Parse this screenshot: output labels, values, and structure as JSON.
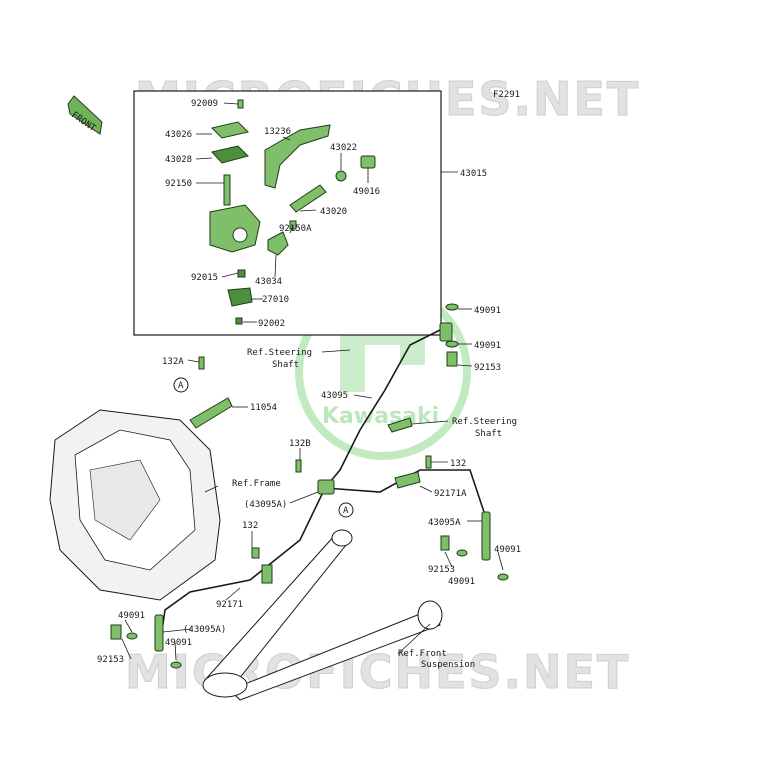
{
  "diagram_code": "F2291",
  "watermark_text": "MICROFICHES.NET",
  "logo_text": "Kawasaki",
  "front_label": "FRONT",
  "part_labels": {
    "p92009": "92009",
    "p43026": "43026",
    "p43028": "43028",
    "p92150": "92150",
    "p92015": "92015",
    "p13236": "13236",
    "p43022": "43022",
    "p49016": "49016",
    "p43015": "43015",
    "p43020": "43020",
    "p92150A": "92150A",
    "p43034": "43034",
    "p27010": "27010",
    "p92002": "92002",
    "p49091_a": "49091",
    "p49091_b": "49091",
    "p92153_a": "92153",
    "p43095": "43095",
    "p132A": "132A",
    "p11054": "11054",
    "p132B": "132B",
    "p132_a": "132",
    "p92171A": "92171A",
    "p43095A_paren": "(43095A)",
    "p132_b": "132",
    "p43095A": "43095A",
    "p92153_b": "92153",
    "p49091_c": "49091",
    "p49091_d": "49091",
    "p92171": "92171",
    "p49091_e": "49091",
    "p43095A_paren2": "(43095A)",
    "p49091_f": "49091",
    "p92153_c": "92153"
  },
  "ref_labels": {
    "steering_shaft_1_l1": "Ref.Steering",
    "steering_shaft_1_l2": "Shaft",
    "steering_shaft_2_l1": "Ref.Steering",
    "steering_shaft_2_l2": "Shaft",
    "frame": "Ref.Frame",
    "front_susp_l1": "Ref.Front",
    "front_susp_l2": "Suspension"
  },
  "callout_a1": "A",
  "callout_a2": "A"
}
